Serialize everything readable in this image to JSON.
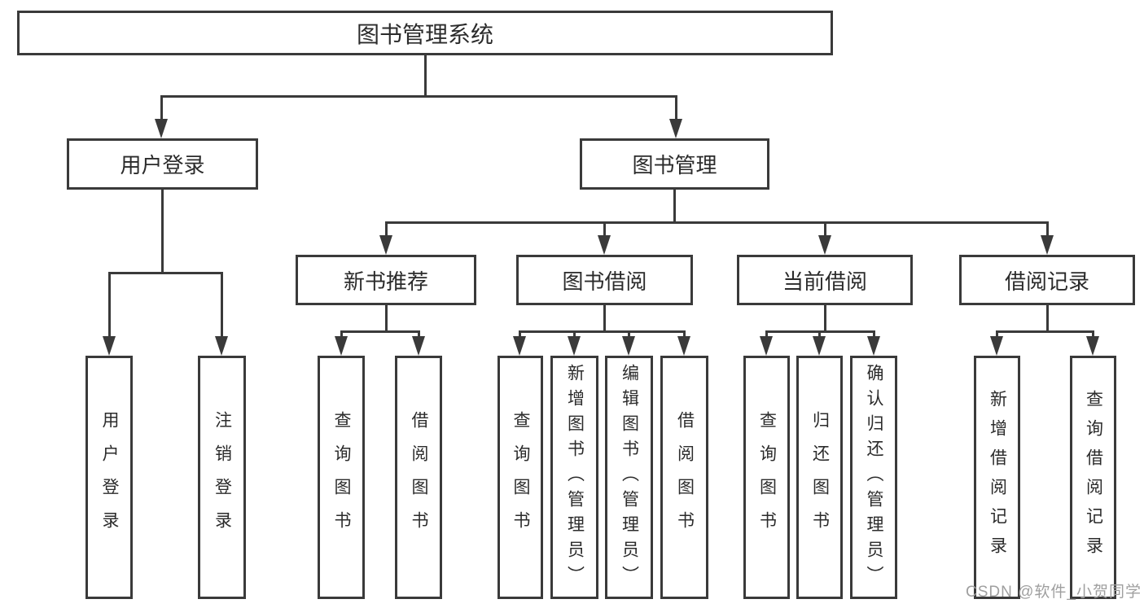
{
  "nodes": {
    "root": "图书管理系统",
    "user_login": "用户登录",
    "book_management": "图书管理",
    "new_book_recommend": "新书推荐",
    "book_borrow": "图书借阅",
    "current_borrow": "当前借阅",
    "borrow_records": "借阅记录"
  },
  "leaves": [
    "用户登录",
    "注销登录",
    "查询图书",
    "借阅图书",
    "查询图书",
    "新增图书（管理员）",
    "编辑图书（管理员）",
    "借阅图书",
    "查询图书",
    "归还图书",
    "确认归还（管理员）",
    "新增借阅记录",
    "查询借阅记录"
  ],
  "watermark": "CSDN @软件_小贺同学",
  "colors": {
    "line": "#3a3a3a",
    "text": "#2b2b2b",
    "watermark": "#9f9f9f",
    "background": "#ffffff"
  }
}
